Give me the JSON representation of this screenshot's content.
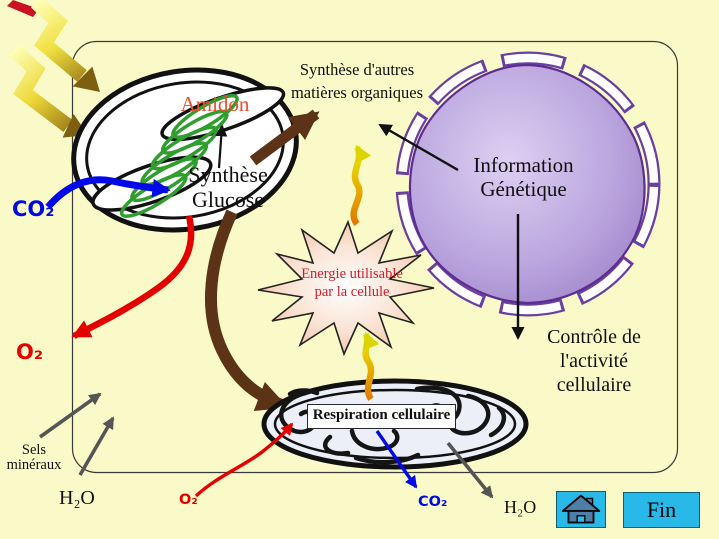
{
  "slide": {
    "labels": {
      "synthese_autres_line1": "Synthèse d'autres",
      "synthese_autres_line2": "matières organiques",
      "amidon": "Amidon",
      "synthese": "Synthèse",
      "glucose": "Glucose",
      "co2_left": "CO₂",
      "o2_left": "O₂",
      "information_line1": "Information",
      "information_line2": "Génétique",
      "energie_line1": "Energie utilisable",
      "energie_line2": "par la cellule",
      "controle_line1": "Contrôle de",
      "controle_line2": "l'activité",
      "controle_line3": "cellulaire",
      "respiration": "Respiration cellulaire",
      "sels_line1": "Sels",
      "sels_line2": "minéraux",
      "h2o_left": "H₂O",
      "o2_bottom": "O₂",
      "co2_bottom": "CO₂",
      "h2o_right": "H₂O"
    },
    "buttons": {
      "fin_label": "Fin",
      "home_icon": "home-house-icon"
    },
    "colors": {
      "background": "#FAFAC8",
      "slide_border": "#3A3A3A",
      "accent_red": "#E50000",
      "accent_blue": "#0009E0",
      "arrow_brown": "#5C3317",
      "nucleus_purple": "#9A7FC8",
      "nucleus_outline": "#6B3FA0",
      "thylakoid_green": "#2F9E2F",
      "starburst_fill": "#F0B898",
      "energy_yellow": "#EEF200",
      "energy_orange": "#E07800",
      "button_cyan": "#29B9E8"
    }
  }
}
